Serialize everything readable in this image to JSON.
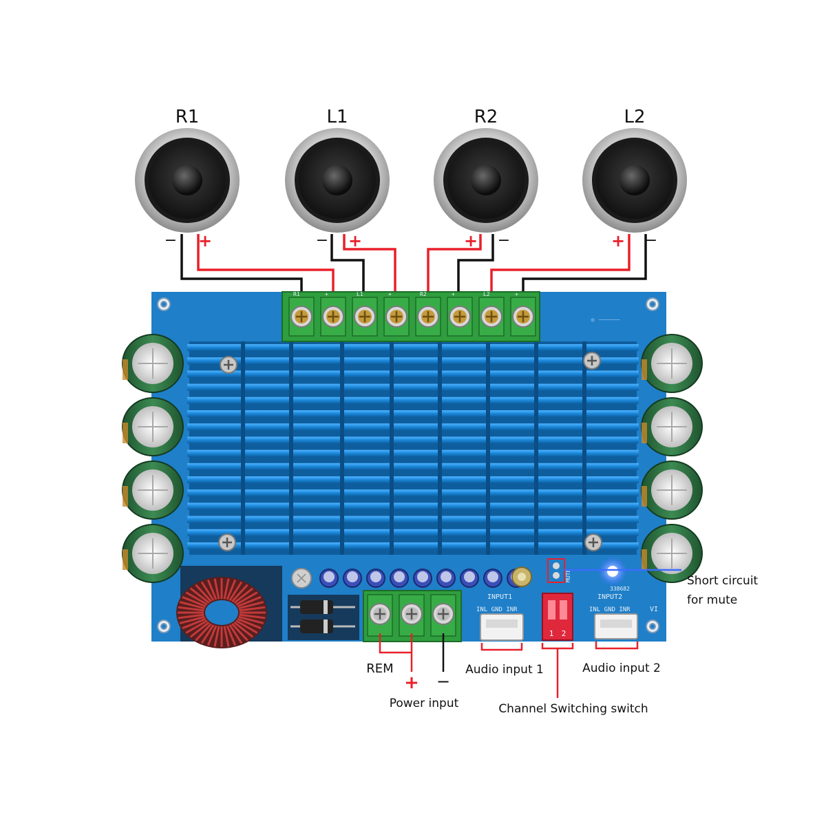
{
  "speakers": [
    {
      "label": "R1",
      "minus": "−",
      "plus": "+"
    },
    {
      "label": "L1",
      "minus": "−",
      "plus": "+"
    },
    {
      "label": "R2",
      "minus": "−",
      "plus": "+"
    },
    {
      "label": "L2",
      "minus": "−",
      "plus": "+"
    }
  ],
  "terminal_marks": [
    "R1",
    "+",
    "L1",
    "+",
    "R2",
    "+",
    "L2",
    "+"
  ],
  "callouts": {
    "rem": "REM",
    "power_plus": "+",
    "power_minus": "−",
    "power_input": "Power input",
    "audio_input_1": "Audio input 1",
    "audio_input_2": "Audio input 2",
    "channel_switch": "Channel Switching switch",
    "short_circuit_line1": "Short circuit",
    "short_circuit_line2": "for mute"
  },
  "board_text": {
    "input1": "INPUT1",
    "input1_pins": "INL GND INR",
    "input2": "INPUT2",
    "input2_pins": "INL GND INR",
    "mute": "MUTE",
    "dip_1": "1",
    "dip_2": "2",
    "vi": "VI",
    "chip_code": "338682"
  },
  "colors": {
    "board": "#1f7fc8",
    "heatsink": "#1c86d6",
    "terminal_green": "#2f9e3e",
    "wire_red": "#e8202a",
    "wire_black": "#111111",
    "capacitor": "#2d6e3e",
    "dip_switch": "#e0283c",
    "mute_led": "#3a6cff"
  }
}
